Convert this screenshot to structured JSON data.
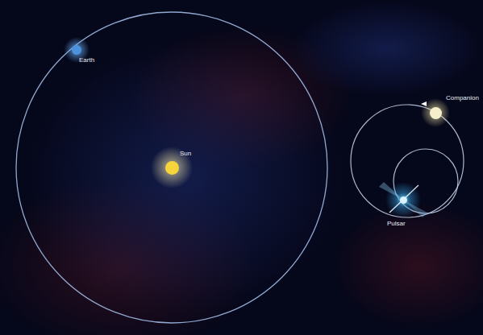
{
  "diagram": {
    "nodes": [
      {
        "text": [
          "Earth"
        ]
      },
      {
        "text": [
          "Companion"
        ]
      },
      {
        "text": [
          "Sun"
        ]
      },
      {
        "text": [
          "Pulsar"
        ]
      }
    ]
  }
}
